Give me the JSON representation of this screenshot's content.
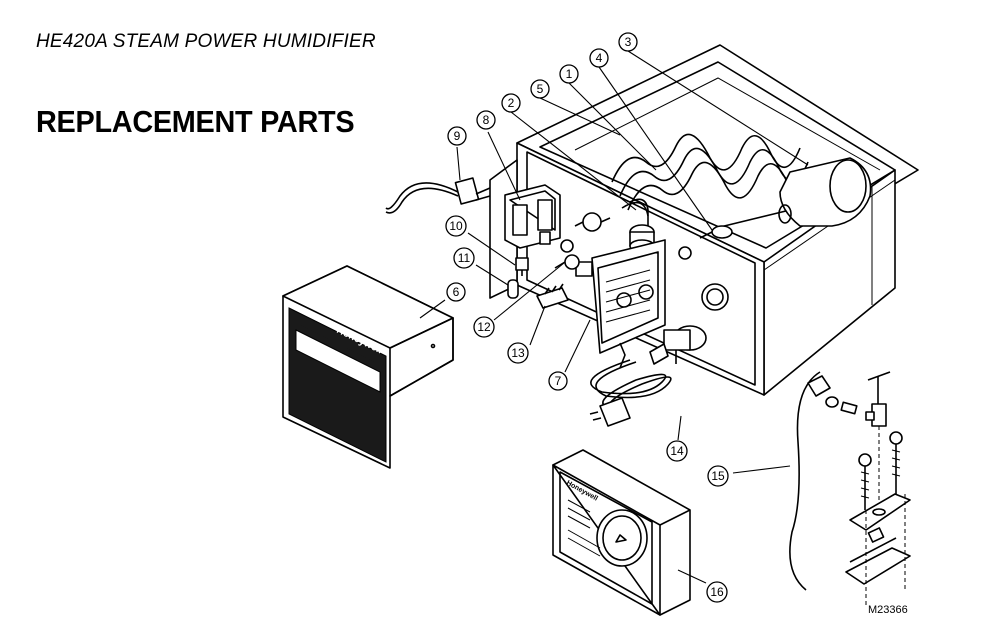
{
  "document": {
    "title": "HE420A STEAM POWER HUMIDIFIER",
    "heading": "REPLACEMENT PARTS",
    "drawing_number": "M23366"
  },
  "brand": {
    "cover_logo": "Honeywell",
    "control_logo": "Honeywell"
  },
  "callouts": [
    "1",
    "2",
    "3",
    "4",
    "5",
    "6",
    "7",
    "8",
    "9",
    "10",
    "11",
    "12",
    "13",
    "14",
    "15",
    "16"
  ],
  "colors": {
    "ink": "#000000",
    "paper": "#ffffff",
    "cover_face": "#1a1a1a"
  }
}
